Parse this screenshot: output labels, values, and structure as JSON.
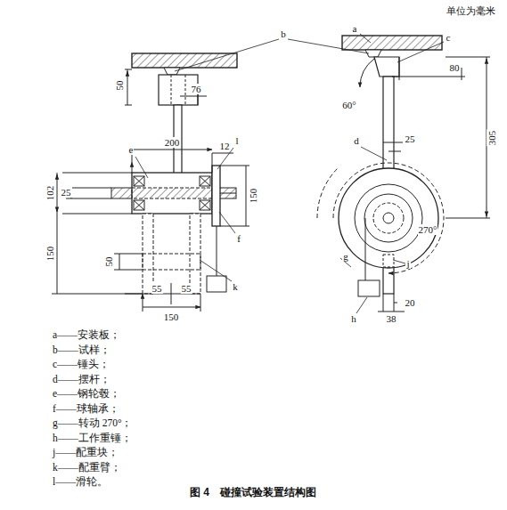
{
  "diagram": {
    "caption": "图 4　碰撞试验装置结构图",
    "labels": [
      "单位为毫米",
      "b",
      "a",
      "c",
      "50",
      "76",
      "60°",
      "80",
      "200",
      "12",
      "l",
      "e",
      "d",
      "25",
      "305",
      "102",
      "25",
      "150",
      "f",
      "270°",
      "150",
      "50",
      "g",
      "j",
      "k",
      "55",
      "55",
      "h",
      "20",
      "150",
      "38",
      "a——安装板；",
      "b——试样；",
      "c——锤头；",
      "d——摆杆；",
      "e——钢轮毂；",
      "f——球轴承；",
      "g——转动 270°；",
      "h——工作重锤；",
      "j——配重块；",
      "k——配重臂；",
      "l——滑轮。"
    ]
  }
}
